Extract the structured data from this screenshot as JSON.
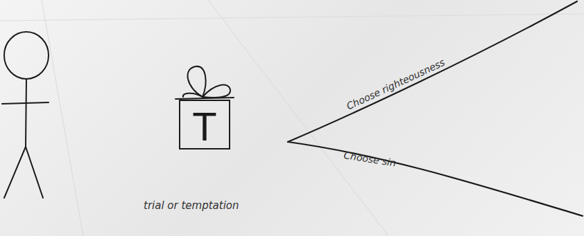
{
  "diagram": {
    "nodes": [
      {
        "text": [
          "T"
        ]
      }
    ],
    "labels": [
      "Choose righteousness",
      "Choose sin",
      "trial or temptation"
    ]
  }
}
